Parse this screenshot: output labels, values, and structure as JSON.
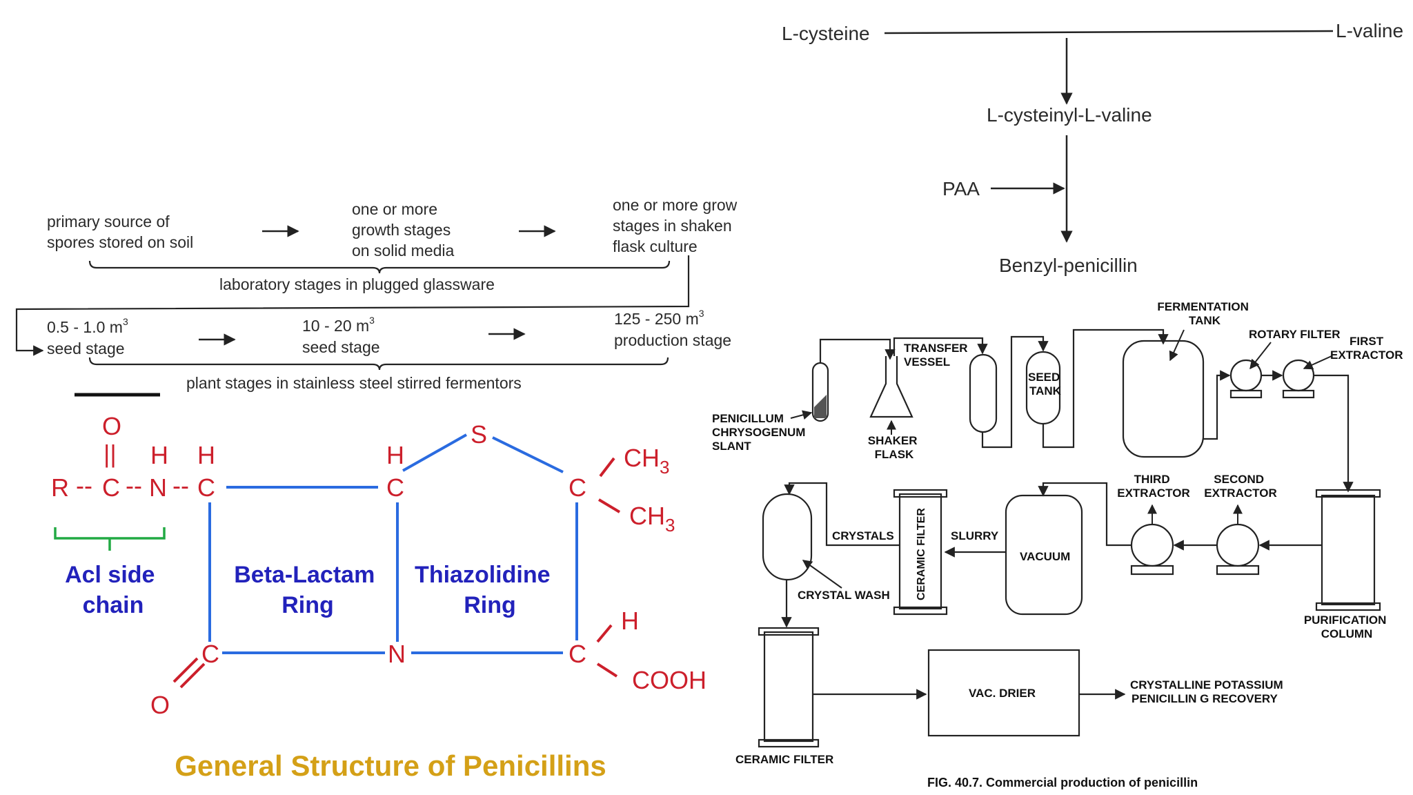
{
  "biosynthesis": {
    "reactant_left": "L-cysteine",
    "reactant_right": "L-valine",
    "intermediate": "L-cysteinyl-L-valine",
    "precursor": "PAA",
    "product": "Benzyl-penicillin"
  },
  "inoculum": {
    "lab_steps": [
      [
        "primary source of",
        "spores stored on soil"
      ],
      [
        "one or more",
        "growth stages",
        "on solid media"
      ],
      [
        "one or more grow",
        "stages in shaken",
        "flask culture"
      ]
    ],
    "lab_brace_label": "laboratory stages in plugged glassware",
    "plant_steps": [
      {
        "volume": "0.5 - 1.0 m",
        "sup": "3",
        "stage": "seed stage"
      },
      {
        "volume": "10 - 20 m",
        "sup": "3",
        "stage": "seed stage"
      },
      {
        "volume": "125 - 250 m",
        "sup": "3",
        "stage": "production stage"
      }
    ],
    "plant_brace_label": "plant stages in stainless steel stirred fermentors"
  },
  "structure": {
    "atoms": {
      "R": "R",
      "C": "C",
      "N": "N",
      "O": "O",
      "H": "H",
      "S": "S",
      "CH": "CH",
      "sub3": "3",
      "COOH": "COOH",
      "dashes": "--",
      "double": "||"
    },
    "side_chain_label": [
      "Acl side",
      "chain"
    ],
    "beta_lactam_label": [
      "Beta-Lactam",
      "Ring"
    ],
    "thiazolidine_label": [
      "Thiazolidine",
      "Ring"
    ],
    "caption": "General Structure of Penicillins",
    "colors": {
      "atoms": "#cc1f2b",
      "bonds": "#2a6be0",
      "labels": "#2222bb",
      "bracket": "#22aa44",
      "caption": "#d4a017"
    }
  },
  "process": {
    "labels": {
      "fermentation_tank": [
        "FERMENTATION",
        "TANK"
      ],
      "rotary_filter": "ROTARY FILTER",
      "first_extractor": [
        "FIRST",
        "EXTRACTOR"
      ],
      "transfer_vessel": [
        "TRANSFER",
        "VESSEL"
      ],
      "seed_tank": [
        "SEED",
        "TANK"
      ],
      "slant": [
        "PENICILLUM",
        "CHRYSOGENUM",
        "SLANT"
      ],
      "shaker_flask": [
        "SHAKER",
        "FLASK"
      ],
      "third_extractor": [
        "THIRD",
        "EXTRACTOR"
      ],
      "second_extractor": [
        "SECOND",
        "EXTRACTOR"
      ],
      "crystals": "CRYSTALS",
      "slurry": "SLURRY",
      "vacuum": "VACUUM",
      "ceramic_filter_vertical": "CERAMIC FILTER",
      "crystal_wash": "CRYSTAL WASH",
      "purification_column": [
        "PURIFICATION",
        "COLUMN"
      ],
      "vac_drier": "VAC. DRIER",
      "recovery": [
        "CRYSTALLINE POTASSIUM",
        "PENICILLIN G RECOVERY"
      ],
      "ceramic_filter": "CERAMIC FILTER"
    },
    "figure_caption": "FIG. 40.7. Commercial production of penicillin"
  }
}
